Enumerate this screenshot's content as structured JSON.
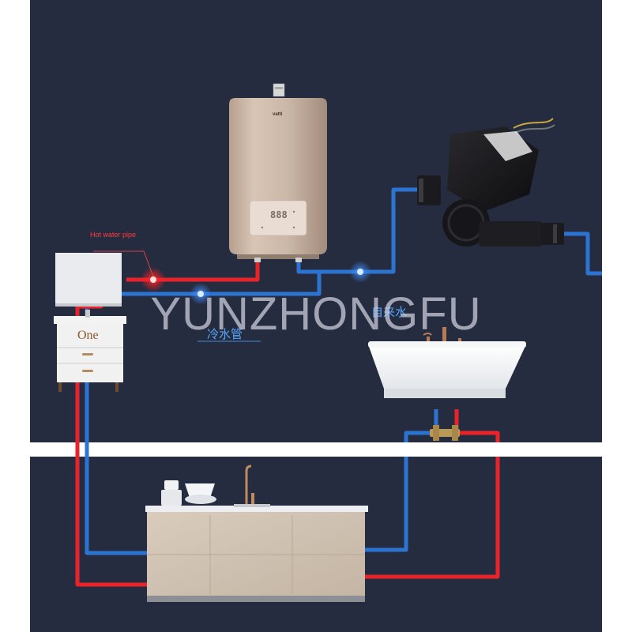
{
  "labels": {
    "hot_water_pipe": "Hot water pipe",
    "cold_water_pipe": "冷水管",
    "tap_water": "自来水",
    "cabinet_text": "One"
  },
  "heater": {
    "brand": "vatti",
    "display": "888"
  },
  "watermark": "YUNZHONGFU",
  "colors": {
    "background": "#252c40",
    "divider": "#ffffff",
    "hot_pipe": "#e8232a",
    "cold_pipe": "#2c73d2",
    "label_blue": "#56a6ff"
  },
  "icons": [
    "hot-water-heater-icon",
    "circulation-pump-icon",
    "bathtub-icon",
    "vanity-cabinet-icon",
    "kitchen-cabinet-icon",
    "faucet-icon",
    "dishes-icon",
    "valve-icon"
  ]
}
